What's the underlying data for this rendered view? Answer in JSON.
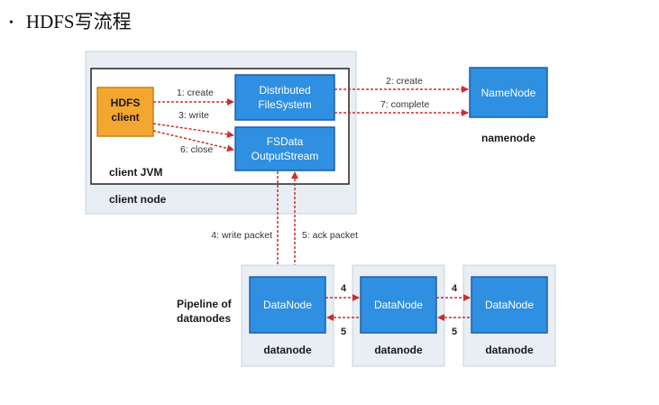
{
  "title": "HDFS写流程",
  "diagram": {
    "client_node_label": "client node",
    "client_jvm_label": "client JVM",
    "hdfs_client": [
      "HDFS",
      "client"
    ],
    "distributed_fs": [
      "Distributed",
      "FileSystem"
    ],
    "fsdata_os": [
      "FSData",
      "OutputStream"
    ],
    "namenode_box": "NameNode",
    "namenode_label": "namenode",
    "edges": {
      "create": "1: create",
      "write": "3: write",
      "close": "6: close",
      "nn_create": "2: create",
      "nn_complete": "7: complete",
      "write_packet": "4: write packet",
      "ack_packet": "5: ack packet",
      "pipe_forward": "4",
      "pipe_back": "5"
    },
    "pipeline_label": [
      "Pipeline of",
      "datanodes"
    ],
    "datanode_box": "DataNode",
    "datanode_label": "datanode"
  },
  "colors": {
    "blue_box": "#2f8fe0",
    "blue_border": "#1d5fa8",
    "orange_box": "#f3a731",
    "panel": "#e9eef4",
    "arrow_red": "#c8302e"
  }
}
